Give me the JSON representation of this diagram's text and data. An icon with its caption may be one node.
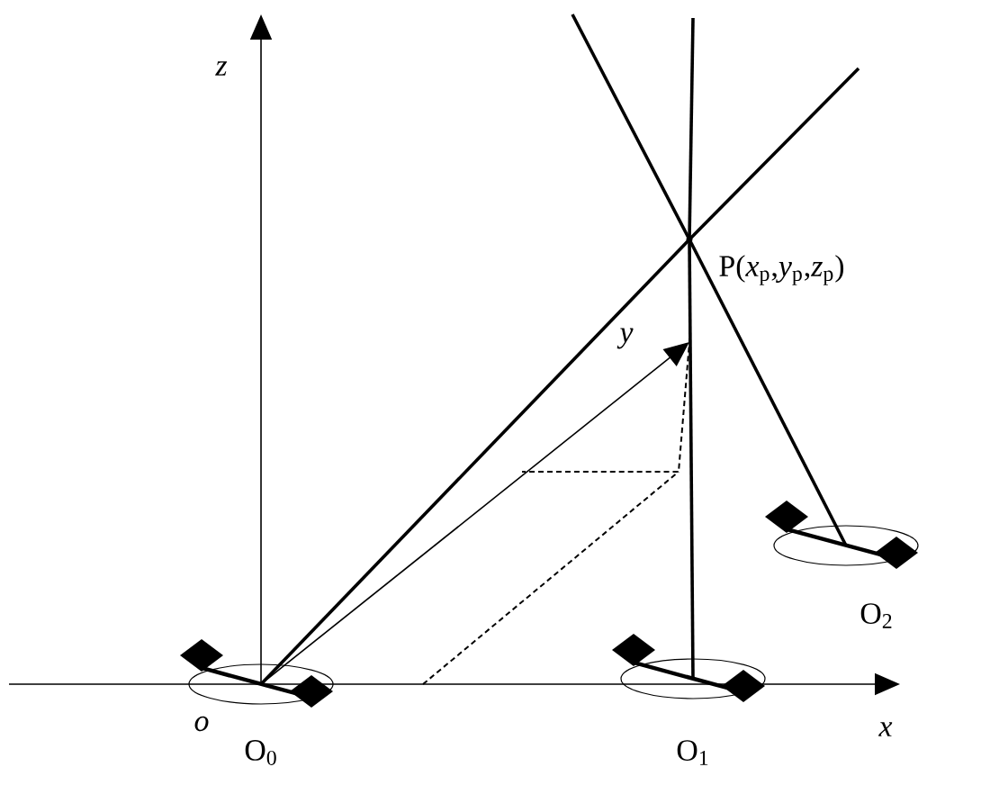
{
  "diagram": {
    "nodes": [
      {
        "text": [],
        "shape": "point",
        "beside": [
          "P(*x*$_{p}$,*y*$_{p}$,*z*$_{p}$)"
        ]
      },
      {
        "text": [],
        "shape": "robot",
        "beside": [
          "O$_{0}$"
        ]
      },
      {
        "text": [],
        "shape": "robot",
        "beside": [
          "O$_{1}$"
        ]
      },
      {
        "text": [],
        "shape": "robot",
        "beside": [
          "O$_{2}$"
        ]
      }
    ],
    "edges": [
      {
        "from": 1,
        "to": 0,
        "arrow": "none"
      },
      {
        "from": 2,
        "to": 0,
        "arrow": "none"
      },
      {
        "from": 3,
        "to": 0,
        "arrow": "none"
      }
    ],
    "labels": [
      "*z*",
      "*y*",
      "*o*",
      "*x*"
    ]
  }
}
